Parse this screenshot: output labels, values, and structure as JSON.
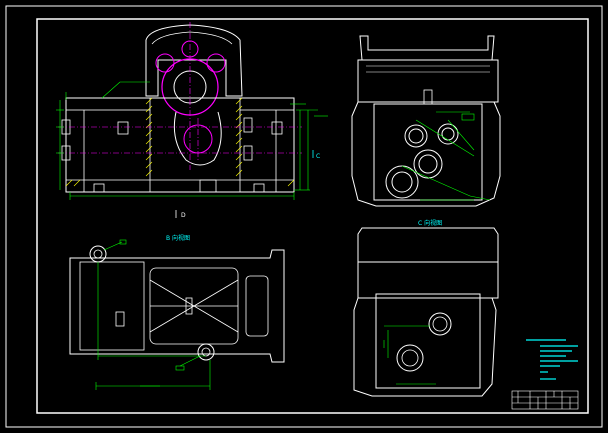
{
  "colors": {
    "background": "#000000",
    "frame": "#ffffff",
    "outline": "#ffffff",
    "bore": "#ff00ff",
    "dimension": "#00ff00",
    "centerline": "#ff00ff",
    "hatch": "#ffff00",
    "note": "#00ffff"
  },
  "views": {
    "front": {
      "label": "D"
    },
    "top_right": {
      "label": "C 向视图"
    },
    "bottom_left": {
      "label": "B 向视图"
    },
    "bottom_right": {
      "label": ""
    }
  },
  "side_mark": "C"
}
